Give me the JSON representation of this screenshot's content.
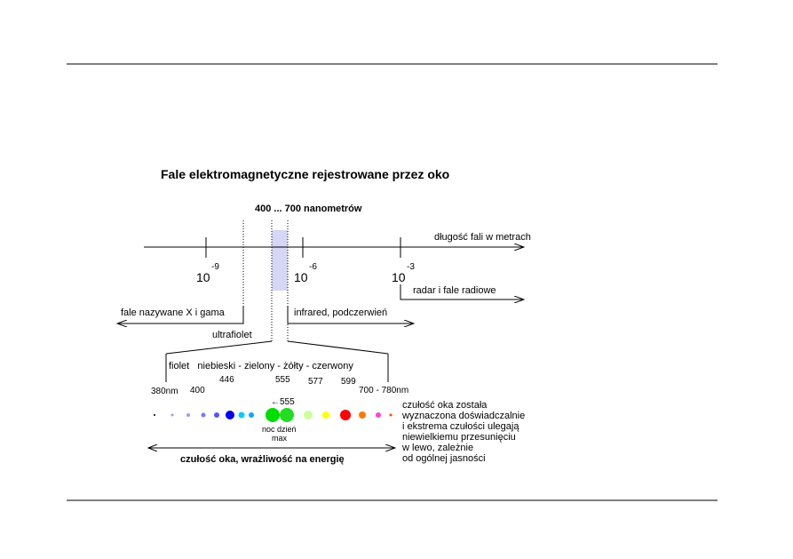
{
  "title": "Fale elektromagnetyczne rejestrowane przez oko",
  "visible_range_label": "400 ... 700 nanometrów",
  "axis_label": "długość fali w metrach",
  "exponents": [
    {
      "base": "10",
      "exp": "-9"
    },
    {
      "base": "10",
      "exp": "-6"
    },
    {
      "base": "10",
      "exp": "-3"
    }
  ],
  "regions": {
    "radio": "radar i fale radiowe",
    "xgamma": "fale nazywane X i gama",
    "infrared": "infrared, podczerwień",
    "ultraviolet": "ultrafiolet"
  },
  "colors_line": "fiolet   niebieski - zielony - żółty - czerwony",
  "wavelengths": {
    "start": "380nm",
    "w400": "400",
    "w446": "446",
    "w555": "555",
    "w577": "577",
    "w599": "599",
    "end": "700 - 780nm"
  },
  "sensitivity": {
    "peak_label": "←555",
    "day_night_label": "noc dzień",
    "max_label": "max",
    "note_lines": [
      "czułość oka została",
      "wyznaczona doświadczalnie",
      "i ekstrema czułości ulegają",
      "niewielkiemu przesunięciu",
      "w lewo, zależnie",
      "od ogólnej jasności"
    ],
    "bottom_label": "czułość oka, wrażliwość na energię"
  },
  "dots": [
    {
      "color": "#000000",
      "size": 1
    },
    {
      "color": "#9999ff",
      "size": 1.5
    },
    {
      "color": "#9999ff",
      "size": 2
    },
    {
      "color": "#7777ff",
      "size": 2.5
    },
    {
      "color": "#5555ff",
      "size": 3
    },
    {
      "color": "#0000ee",
      "size": 5
    },
    {
      "color": "#00ccff",
      "size": 3.5
    },
    {
      "color": "#00aaff",
      "size": 3
    },
    {
      "color": "#00dd00",
      "size": 8
    },
    {
      "color": "#22dd22",
      "size": 8
    },
    {
      "color": "#ccff99",
      "size": 5
    },
    {
      "color": "#ffff00",
      "size": 4
    },
    {
      "color": "#ff0000",
      "size": 6
    },
    {
      "color": "#ff7700",
      "size": 4
    },
    {
      "color": "#ff44cc",
      "size": 3
    },
    {
      "color": "#ff4400",
      "size": 1.5
    }
  ],
  "colors": {
    "visible_band": "#d6d6f5",
    "line": "#000000"
  }
}
